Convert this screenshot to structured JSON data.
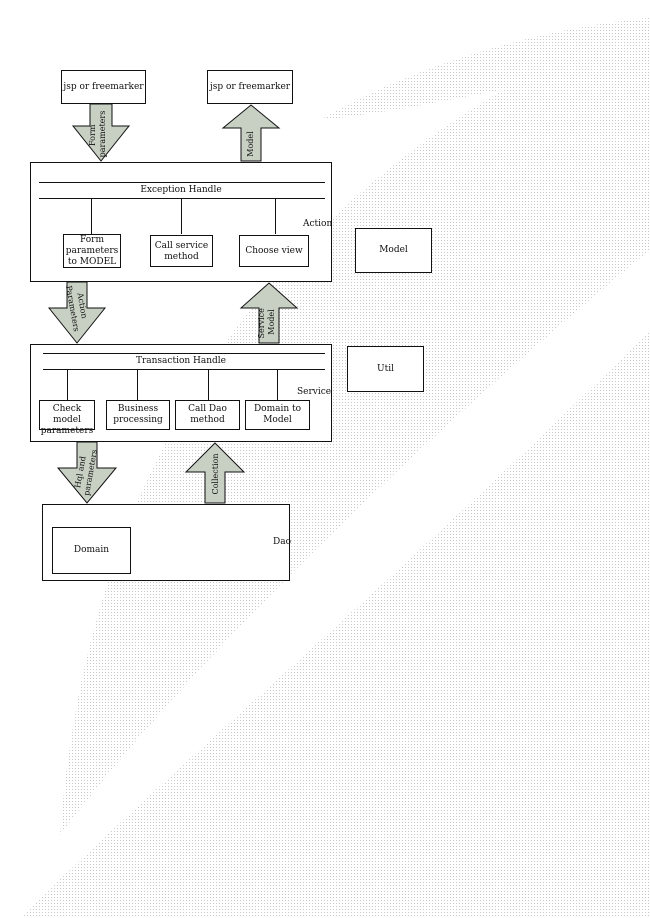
{
  "top": {
    "view_left": "jsp or freemarker",
    "view_right": "jsp or freemarker"
  },
  "action_layer": {
    "header": "Exception Handle",
    "tag": "Action",
    "boxes": [
      "Form\nparameters\nto MODEL",
      "Call service\nmethod",
      "Choose view"
    ]
  },
  "service_layer": {
    "header": "Transaction Handle",
    "tag": "Service",
    "boxes": [
      "Check model\nparameters",
      "Business\nprocessing",
      "Call Dao\nmethod",
      "Domain to\nModel"
    ]
  },
  "dao_layer": {
    "tag": "Dao",
    "box": "Domain"
  },
  "side": {
    "model": "Model",
    "util": "Util"
  },
  "arrows": {
    "form_params": "Form\nparameters",
    "model": "Model",
    "action_params": "Action\nParameters",
    "service_model": "Service\nModel",
    "hql_params": "Hql and\nparameters",
    "collection": "Collection"
  },
  "colors": {
    "arrow_fill": "#c8d0c4",
    "line": "#111111"
  }
}
